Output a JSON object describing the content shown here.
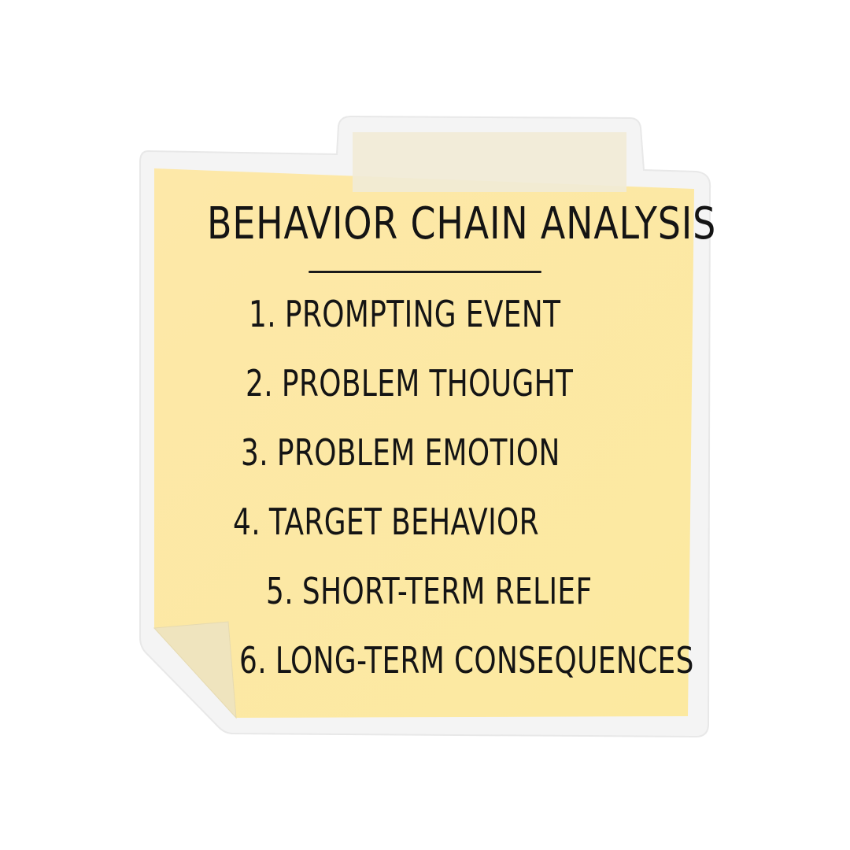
{
  "note": {
    "title": "BEHAVIOR CHAIN ANALYSIS",
    "items": [
      {
        "number": "1.",
        "label": "PROMPTING EVENT"
      },
      {
        "number": "2.",
        "label": "PROBLEM THOUGHT"
      },
      {
        "number": "3.",
        "label": "PROBLEM EMOTION"
      },
      {
        "number": "4.",
        "label": "TARGET BEHAVIOR"
      },
      {
        "number": "5.",
        "label": "SHORT-TERM RELIEF"
      },
      {
        "number": "6.",
        "label": "LONG-TERM CONSEQUENCES"
      }
    ]
  },
  "colors": {
    "paper": "#FDEAA6",
    "tape": "#F2EBD3",
    "fold": "#EFE4BE",
    "sticker_border": "#F2F2F2",
    "ink": "#141414"
  }
}
